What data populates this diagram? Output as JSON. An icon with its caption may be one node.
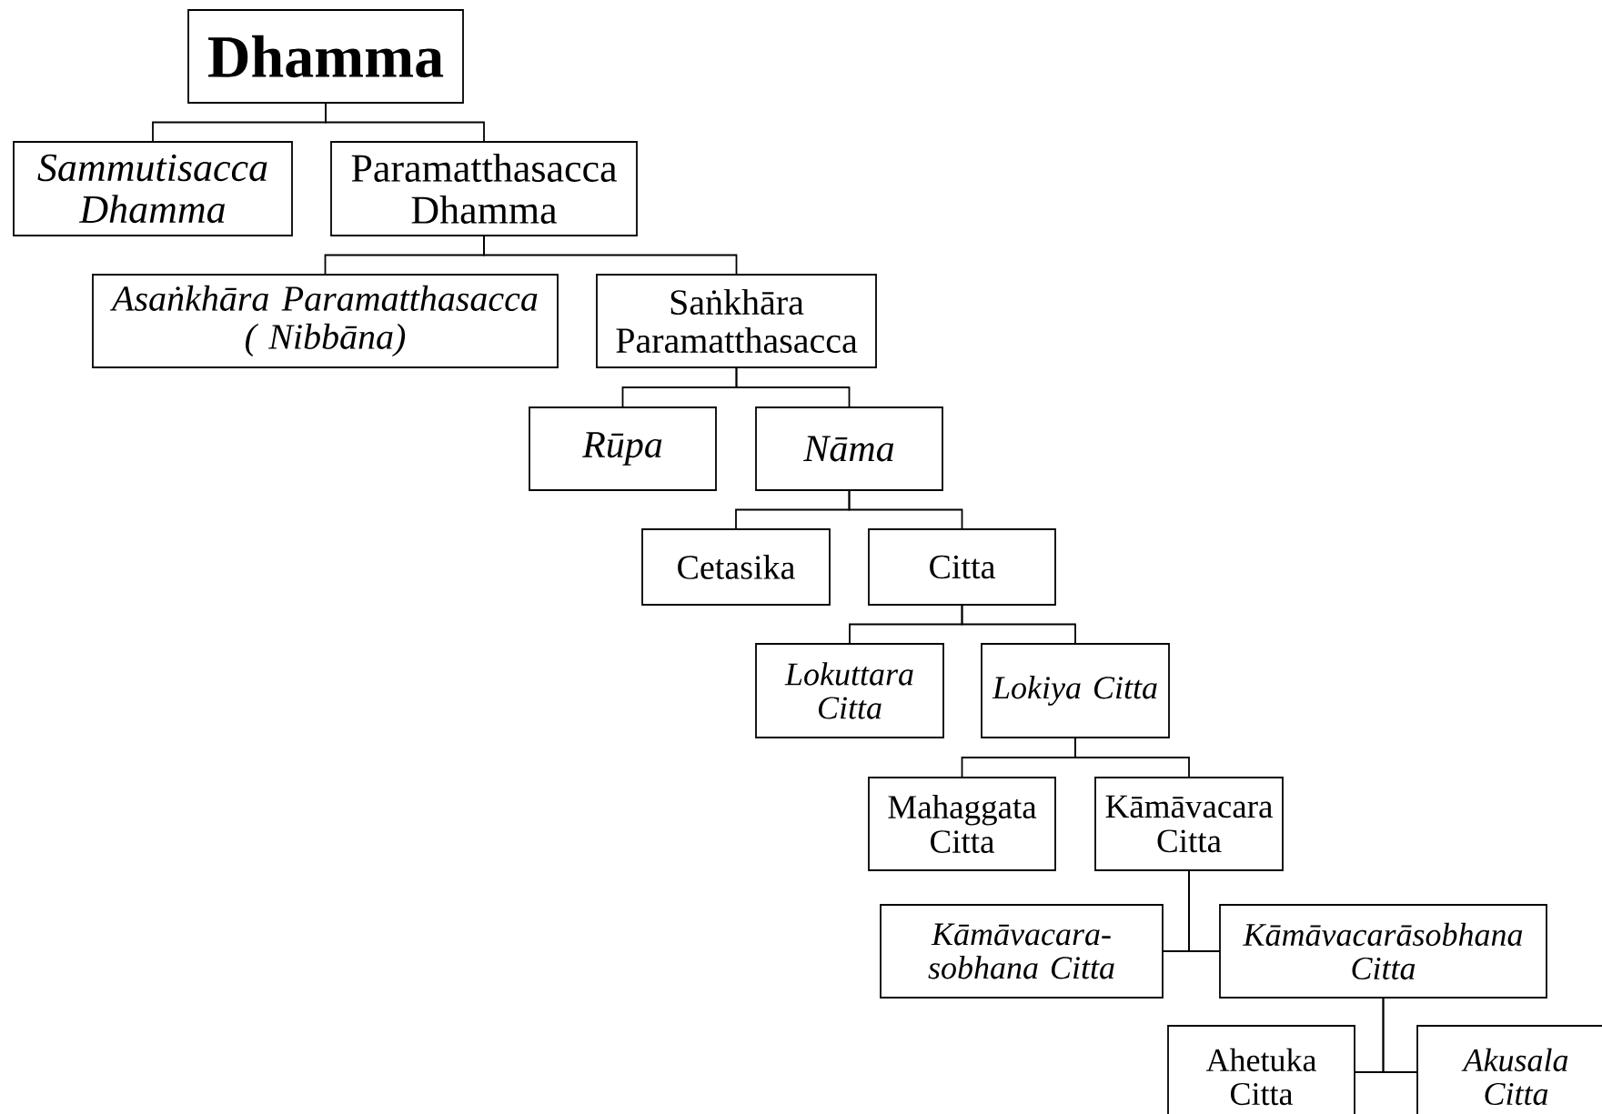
{
  "diagram": {
    "nodes": [
      {
        "text": [
          "Dhamma"
        ]
      },
      {
        "text": [
          "Sammutisacca Dhamma"
        ]
      },
      {
        "text": [
          "Paramatthasacca Dhamma"
        ]
      },
      {
        "text": [
          "Asaṅkhāra Paramatthasacca ( Nibbāna)"
        ]
      },
      {
        "text": [
          "Saṅkhāra Paramatthasacca"
        ]
      },
      {
        "text": [
          "Rūpa"
        ]
      },
      {
        "text": [
          "Nāma"
        ]
      },
      {
        "text": [
          "Cetasika"
        ]
      },
      {
        "text": [
          "Citta"
        ]
      },
      {
        "text": [
          "Lokuttara Citta"
        ]
      },
      {
        "text": [
          "Lokiya Citta"
        ]
      },
      {
        "text": [
          "Mahaggata Citta"
        ]
      },
      {
        "text": [
          "Kāmāvacara Citta"
        ]
      },
      {
        "text": [
          "Kāmāvacara- sobhana Citta"
        ]
      },
      {
        "text": [
          "Kāmāvacarāsobhana Citta"
        ]
      },
      {
        "text": [
          "Ahetuka Citta"
        ]
      },
      {
        "text": [
          "Akusala Citta"
        ]
      }
    ],
    "edges": [
      {
        "from": 0,
        "to": 1,
        "arrow": "none"
      },
      {
        "from": 0,
        "to": 2,
        "arrow": "none"
      },
      {
        "from": 2,
        "to": 3,
        "arrow": "none"
      },
      {
        "from": 2,
        "to": 4,
        "arrow": "none"
      },
      {
        "from": 4,
        "to": 5,
        "arrow": "none"
      },
      {
        "from": 4,
        "to": 6,
        "arrow": "none"
      },
      {
        "from": 6,
        "to": 7,
        "arrow": "none"
      },
      {
        "from": 6,
        "to": 8,
        "arrow": "none"
      },
      {
        "from": 8,
        "to": 9,
        "arrow": "none"
      },
      {
        "from": 8,
        "to": 10,
        "arrow": "none"
      },
      {
        "from": 10,
        "to": 11,
        "arrow": "none"
      },
      {
        "from": 10,
        "to": 12,
        "arrow": "none"
      },
      {
        "from": 12,
        "to": 13,
        "arrow": "none"
      },
      {
        "from": 12,
        "to": 14,
        "arrow": "none"
      },
      {
        "from": 14,
        "to": 15,
        "arrow": "none"
      },
      {
        "from": 14,
        "to": 16,
        "arrow": "none"
      }
    ]
  }
}
